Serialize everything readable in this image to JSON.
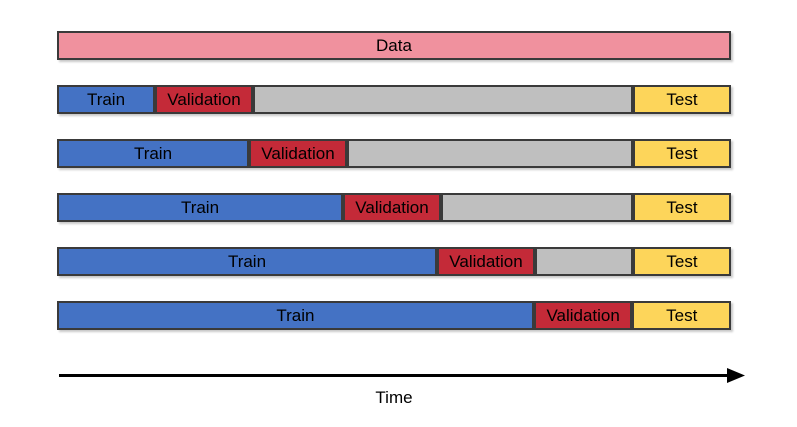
{
  "diagram": {
    "data_bar": {
      "label": "Data"
    },
    "total_units": 7,
    "splits": [
      {
        "segments": [
          {
            "type": "train",
            "label": "Train",
            "units": 1
          },
          {
            "type": "validation",
            "label": "Validation",
            "units": 1
          },
          {
            "type": "unused",
            "label": "",
            "units": 4
          },
          {
            "type": "test",
            "label": "Test",
            "units": 1
          }
        ]
      },
      {
        "segments": [
          {
            "type": "train",
            "label": "Train",
            "units": 2
          },
          {
            "type": "validation",
            "label": "Validation",
            "units": 1
          },
          {
            "type": "unused",
            "label": "",
            "units": 3
          },
          {
            "type": "test",
            "label": "Test",
            "units": 1
          }
        ]
      },
      {
        "segments": [
          {
            "type": "train",
            "label": "Train",
            "units": 3
          },
          {
            "type": "validation",
            "label": "Validation",
            "units": 1
          },
          {
            "type": "unused",
            "label": "",
            "units": 2
          },
          {
            "type": "test",
            "label": "Test",
            "units": 1
          }
        ]
      },
      {
        "segments": [
          {
            "type": "train",
            "label": "Train",
            "units": 4
          },
          {
            "type": "validation",
            "label": "Validation",
            "units": 1
          },
          {
            "type": "unused",
            "label": "",
            "units": 1
          },
          {
            "type": "test",
            "label": "Test",
            "units": 1
          }
        ]
      },
      {
        "segments": [
          {
            "type": "train",
            "label": "Train",
            "units": 5
          },
          {
            "type": "validation",
            "label": "Validation",
            "units": 1
          },
          {
            "type": "test",
            "label": "Test",
            "units": 1
          }
        ]
      }
    ],
    "axis": {
      "label": "Time"
    },
    "colors": {
      "background": "#FFFFFF",
      "text": "#000000",
      "border": "#3A3A3A",
      "arrow": "#000000",
      "data": "#F0919E",
      "train": "#4472C4",
      "validation": "#C42A38",
      "unused": "#BFBFBF",
      "test": "#FDD55A"
    }
  }
}
